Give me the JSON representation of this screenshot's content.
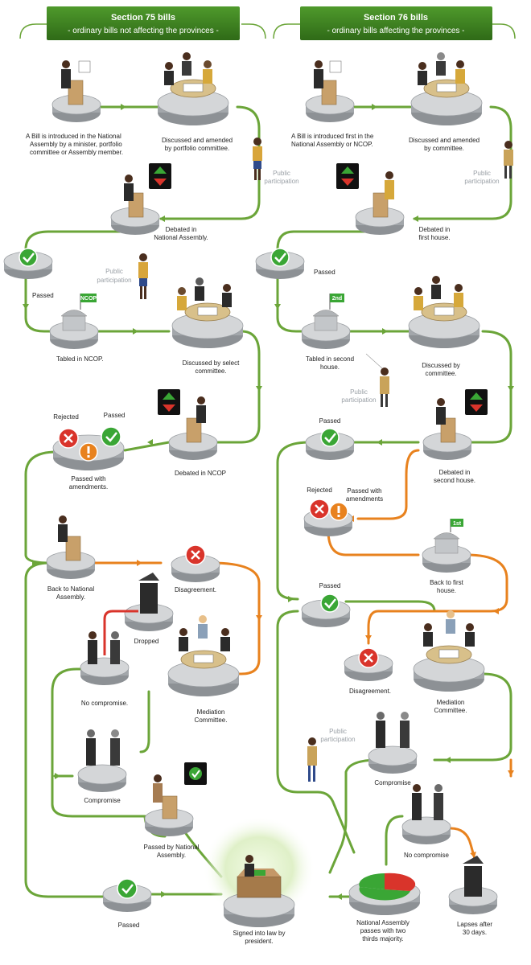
{
  "header_left": {
    "title": "Section 75 bills",
    "subtitle": "- ordinary bills not affecting the provinces -"
  },
  "header_right": {
    "title": "Section 76 bills",
    "subtitle": "- ordinary bills affecting the provinces -"
  },
  "left": {
    "intro": [
      "A Bill is introduced in the National",
      "Assembly by a minister, portfolio",
      "committee or Assembly member."
    ],
    "discussed_portfolio": [
      "Discussed and amended",
      "by portfolio committee."
    ],
    "public_participation_1": [
      "Public",
      "participation"
    ],
    "debated_na": [
      "Debated in",
      "National Assembly."
    ],
    "passed_1": "Passed",
    "public_participation_2": [
      "Public",
      "participation"
    ],
    "flag_ncop": "NCOP",
    "tabled_ncop": "Tabled in NCOP.",
    "discussed_select": [
      "Discussed by select",
      "committee."
    ],
    "rejected": "Rejected",
    "passed_2": "Passed",
    "passed_amendments": [
      "Passed with",
      "amendments."
    ],
    "debated_ncop": "Debated in NCOP",
    "back_na": [
      "Back to National",
      "Assembly."
    ],
    "disagreement": "Disagreement.",
    "dropped": "Dropped",
    "no_compromise": "No compromise.",
    "mediation": [
      "Mediation",
      "Committee."
    ],
    "compromise": "Compromise",
    "passed_by_na": [
      "Passed by National",
      "Assembly."
    ],
    "passed_3": "Passed"
  },
  "right": {
    "intro": [
      "A Bill is introduced first in the",
      "National Assembly or NCOP."
    ],
    "discussed": [
      "Discussed and amended",
      "by committee."
    ],
    "public_participation_1": [
      "Public",
      "participation"
    ],
    "debated_first": [
      "Debated in",
      "first house."
    ],
    "passed_1": "Passed",
    "flag_2nd": "2nd",
    "tabled_second": [
      "Tabled in second",
      "house."
    ],
    "discussed_2": [
      "Discussed by",
      "committee."
    ],
    "public_participation_2": [
      "Public",
      "participation"
    ],
    "passed_2": "Passed",
    "debated_second": [
      "Debated in",
      "second house."
    ],
    "rejected": "Rejected",
    "passed_amendments": [
      "Passed with",
      "amendments"
    ],
    "flag_1st": "1st",
    "back_first": [
      "Back to first",
      "house."
    ],
    "passed_3": "Passed",
    "disagreement": "Disagreement.",
    "mediation": [
      "Mediation",
      "Committee."
    ],
    "public_participation_3": [
      "Public",
      "participation"
    ],
    "compromise": "Compromise",
    "no_compromise": "No compromise",
    "na_passes": [
      "National Assembly",
      "passes with two",
      "thirds majority."
    ],
    "lapses": [
      "Lapses after",
      "30 days."
    ]
  },
  "bottom": {
    "signed": [
      "Signed into law by",
      "president."
    ]
  },
  "colors": {
    "green_path": "#6ba539",
    "orange_path": "#e8821e",
    "header_green": "#3e7d22",
    "check_green": "#3aa635",
    "reject_red": "#d9342b",
    "platform_grey": "#b9bcbf"
  }
}
